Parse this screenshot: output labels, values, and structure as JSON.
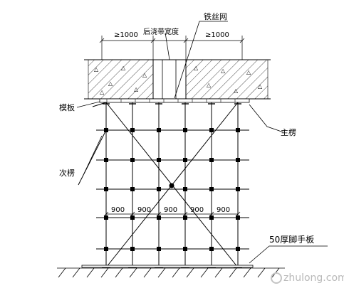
{
  "labels": {
    "iron_mesh": "铁丝网",
    "post_pour_width": "后浇带宽度",
    "formwork": "模板",
    "main_beam": "主楞",
    "secondary_beam": "次楞",
    "scaffold_board": "50厚脚手板"
  },
  "dimensions": {
    "left_min": "≥1000",
    "right_min": "≥1000",
    "spacing": [
      "900",
      "900",
      "900",
      "900",
      "900"
    ]
  },
  "watermark": {
    "text": "zhulong.com"
  }
}
